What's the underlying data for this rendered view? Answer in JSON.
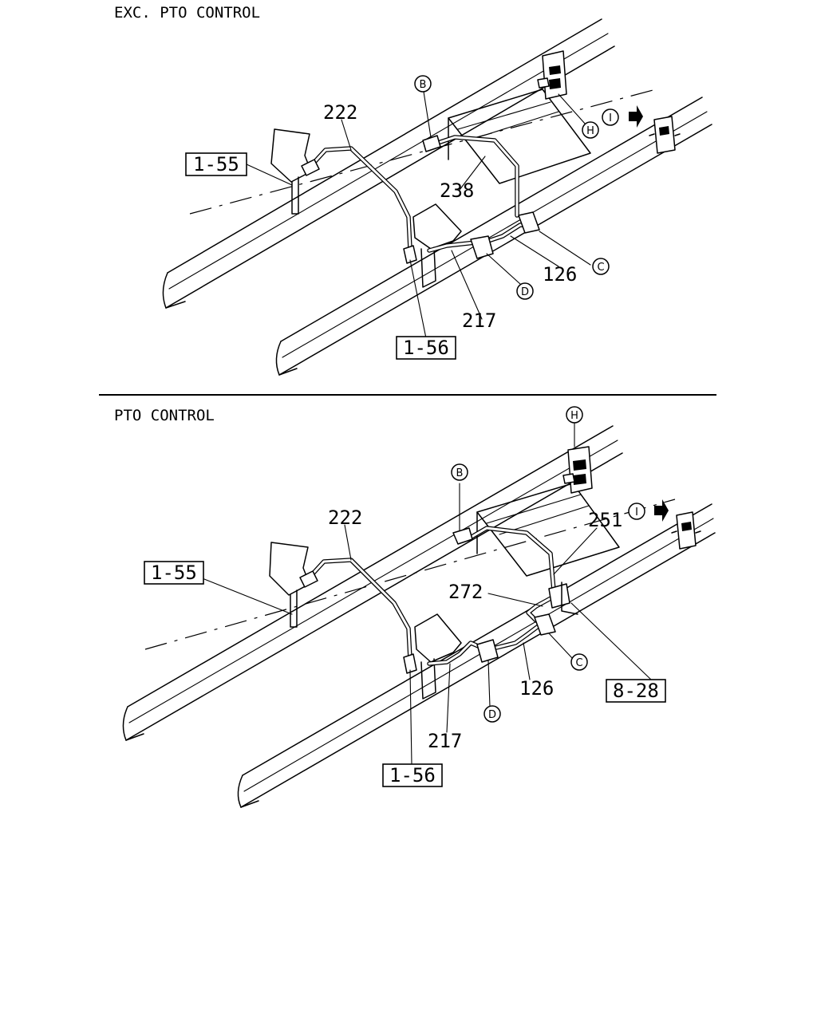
{
  "sections": [
    {
      "title": "EXC. PTO CONTROL",
      "part_numbers": [
        "222",
        "238",
        "126",
        "217"
      ],
      "boxed_refs": [
        "1-55",
        "1-56"
      ],
      "circled_refs": [
        "B",
        "H",
        "I",
        "C",
        "D"
      ]
    },
    {
      "title": "PTO CONTROL",
      "part_numbers": [
        "222",
        "251",
        "272",
        "126",
        "217"
      ],
      "boxed_refs": [
        "1-55",
        "8-28",
        "1-56"
      ],
      "circled_refs": [
        "H",
        "B",
        "I",
        "C",
        "D"
      ]
    }
  ],
  "colors": {
    "line": "#000000",
    "background": "#ffffff"
  }
}
